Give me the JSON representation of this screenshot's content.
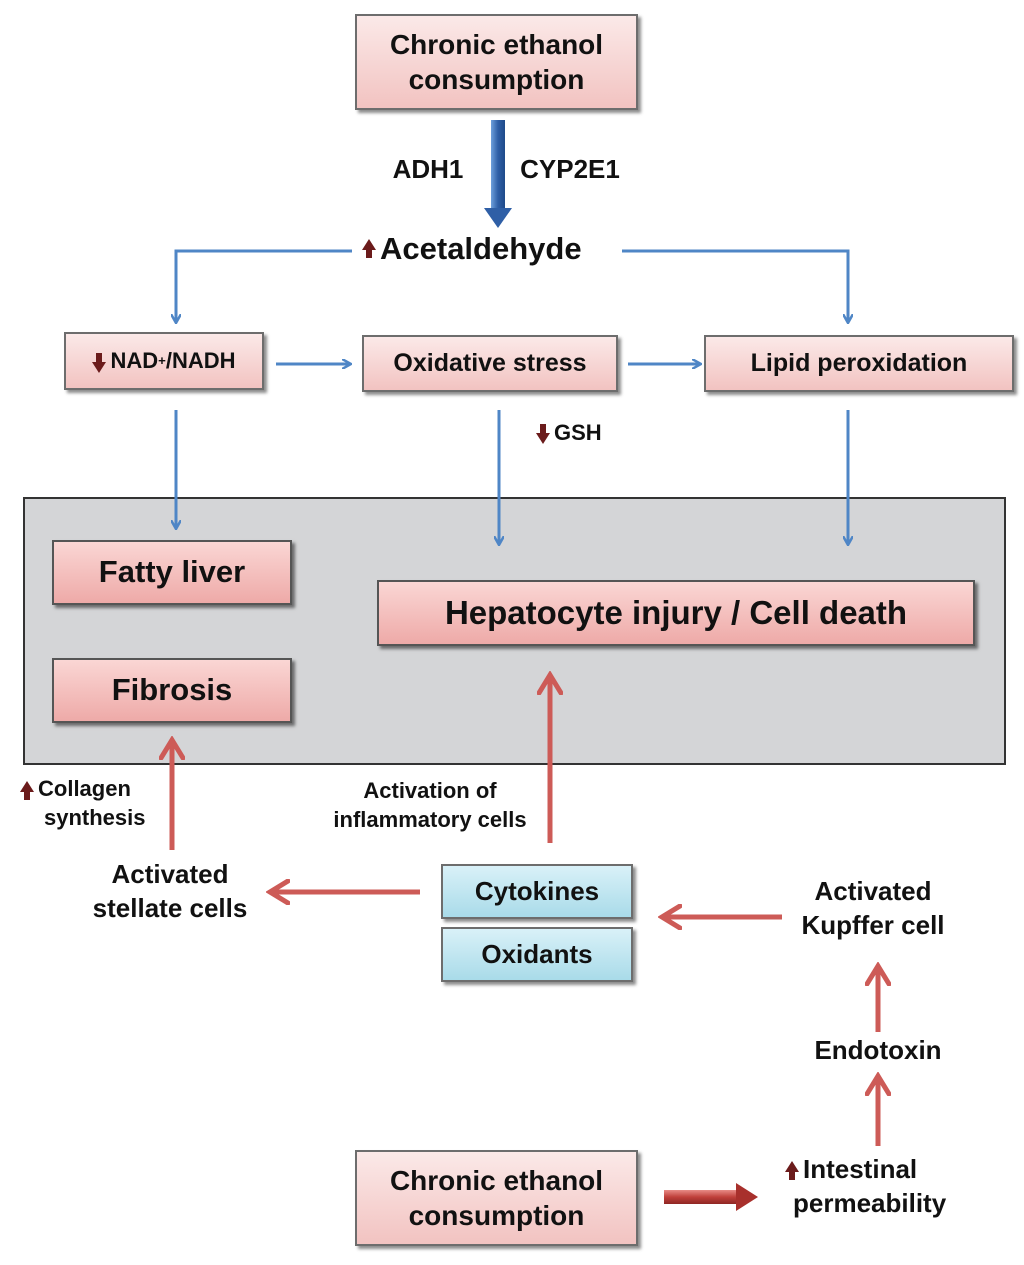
{
  "top_source": {
    "line1": "Chronic ethanol",
    "line2": "consumption"
  },
  "enzymes": {
    "left": "ADH1",
    "right": "CYP2E1"
  },
  "acetaldehyde": "Acetaldehyde",
  "nad": {
    "prefix": "NAD",
    "sup": "+",
    "suffix": "/NADH"
  },
  "oxidative_stress": "Oxidative stress",
  "lipid_peroxidation": "Lipid peroxidation",
  "gsh": "GSH",
  "outcomes": {
    "fatty_liver": "Fatty liver",
    "fibrosis": "Fibrosis",
    "hepatocyte_injury": "Hepatocyte injury / Cell death"
  },
  "collagen": {
    "line1": "Collagen",
    "line2": "synthesis"
  },
  "activation": {
    "line1": "Activation of",
    "line2": "inflammatory cells"
  },
  "stellate": {
    "line1": "Activated",
    "line2": "stellate cells"
  },
  "cytokines": "Cytokines",
  "oxidants": "Oxidants",
  "kupffer": {
    "line1": "Activated",
    "line2": "Kupffer cell"
  },
  "endotoxin": "Endotoxin",
  "intestinal": {
    "line1": "Intestinal",
    "line2": "permeability"
  },
  "bottom_source": {
    "line1": "Chronic ethanol",
    "line2": "consumption"
  },
  "colors": {
    "blue_arrow": "#4f86c6",
    "red_arrow": "#cd5b57",
    "dark_blue": "#2f5fa6",
    "marker": "#6b1b1b"
  }
}
